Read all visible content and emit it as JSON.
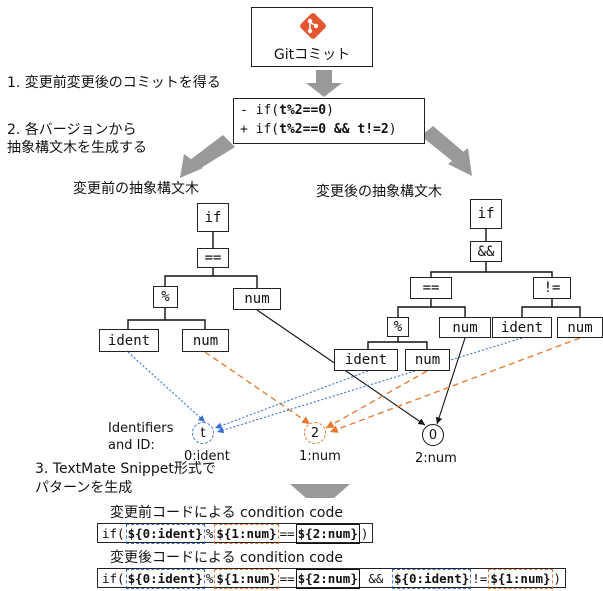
{
  "git_commit": {
    "label": "Gitコミット",
    "icon": "git-icon",
    "icon_color": "#e4572e"
  },
  "steps": {
    "step1": "1. 変更前変更後のコミットを得る",
    "step2_line1": "2. 各バージョンから",
    "step2_line2": "抽象構文木を生成する",
    "step3_line1": "3. TextMate Snippet形式で",
    "step3_line2": "パターンを生成"
  },
  "diff": {
    "minus": "- if(",
    "minus_code": "t%2==0",
    "minus_end": ")",
    "plus": "+ if(",
    "plus_code": "t%2==0 && t!=2",
    "plus_end": ")"
  },
  "trees": {
    "before_title": "変更前の抽象構文木",
    "after_title": "変更後の抽象構文木",
    "before_nodes": {
      "if": "if",
      "eq": "==",
      "mod": "%",
      "num_r": "num",
      "ident": "ident",
      "num_l": "num"
    },
    "after_nodes": {
      "if": "if",
      "and": "&&",
      "eq": "==",
      "neq": "!=",
      "mod": "%",
      "num_a": "num",
      "ident_r": "ident",
      "num_r": "num",
      "ident": "ident",
      "num_l": "num"
    }
  },
  "identifiers": {
    "label_line1": "Identifiers",
    "label_line2": "and ID:",
    "items": [
      {
        "symbol": "t",
        "caption": "0:ident",
        "color": "#3a6fd8"
      },
      {
        "symbol": "2",
        "caption": "1:num",
        "color": "#e8762c"
      },
      {
        "symbol": "0",
        "caption": "2:num",
        "color": "#111111"
      }
    ]
  },
  "condition": {
    "before_title": "変更前コードによる condition code",
    "after_title": "変更後コードによる condition code",
    "before_parts": [
      "if(",
      "${0:ident}",
      "%",
      "${1:num}",
      "==",
      "${2:num}",
      ")"
    ],
    "after_parts": [
      "if(",
      "${0:ident}",
      "%",
      "${1:num}",
      "==",
      "${2:num}",
      " && ",
      "${0:ident}",
      "!=",
      "${1:num}",
      ")"
    ]
  }
}
